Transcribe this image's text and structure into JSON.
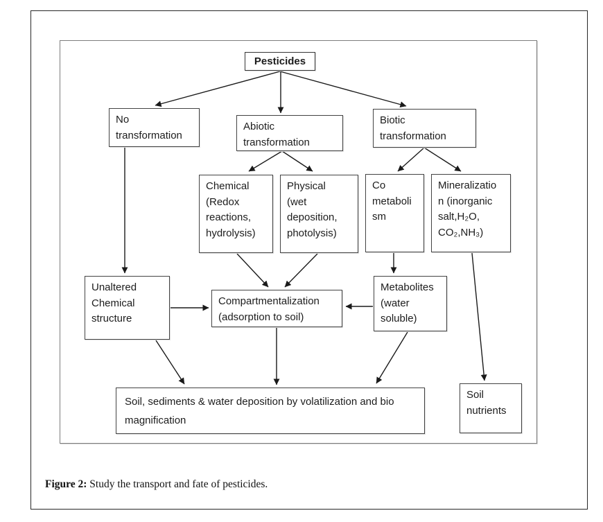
{
  "diagram": {
    "nodes": {
      "pesticides": {
        "label": "Pesticides"
      },
      "no_transformation": {
        "label": "No\ntransformation"
      },
      "abiotic": {
        "label": "Abiotic\ntransformation"
      },
      "biotic": {
        "label": "Biotic\ntransformation"
      },
      "chemical": {
        "label": "Chemical\n(Redox\nreactions,\nhydrolysis)"
      },
      "physical": {
        "label": "Physical\n(wet\ndeposition,\nphotolysis)"
      },
      "co_metabolism": {
        "label": "Co\nmetaboli\nsm"
      },
      "mineralization": {
        "label": "Mineralizatio\nn (inorganic\nsalt,H₂O,\nCO₂,NH₃)"
      },
      "unaltered": {
        "label": "Unaltered\nChemical\nstructure"
      },
      "compartmentalization": {
        "label": "Compartmentalization\n(adsorption to soil)"
      },
      "metabolites": {
        "label": "Metabolites\n(water\nsoluble)"
      },
      "soil_deposition": {
        "label": "Soil, sediments & water deposition by volatilization and bio\nmagnification"
      },
      "soil_nutrients": {
        "label": "Soil\nnutrients"
      }
    },
    "edges": [
      {
        "from": "Pesticides",
        "to": "No transformation"
      },
      {
        "from": "Pesticides",
        "to": "Abiotic transformation"
      },
      {
        "from": "Pesticides",
        "to": "Biotic transformation"
      },
      {
        "from": "Abiotic transformation",
        "to": "Chemical (Redox reactions, hydrolysis)"
      },
      {
        "from": "Abiotic transformation",
        "to": "Physical (wet deposition, photolysis)"
      },
      {
        "from": "Biotic transformation",
        "to": "Co metabolism"
      },
      {
        "from": "Biotic transformation",
        "to": "Mineralization (inorganic salt,H₂O, CO₂,NH₃)"
      },
      {
        "from": "No transformation",
        "to": "Unaltered Chemical structure"
      },
      {
        "from": "Chemical (Redox reactions, hydrolysis)",
        "to": "Compartmentalization (adsorption to soil)"
      },
      {
        "from": "Physical (wet deposition, photolysis)",
        "to": "Compartmentalization (adsorption to soil)"
      },
      {
        "from": "Co metabolism",
        "to": "Metabolites (water soluble)"
      },
      {
        "from": "Mineralization (inorganic salt,H₂O, CO₂,NH₃)",
        "to": "Soil nutrients"
      },
      {
        "from": "Unaltered Chemical structure",
        "to": "Compartmentalization (adsorption to soil)"
      },
      {
        "from": "Metabolites (water soluble)",
        "to": "Compartmentalization (adsorption to soil)"
      },
      {
        "from": "Unaltered Chemical structure",
        "to": "Soil, sediments & water deposition by volatilization and bio magnification"
      },
      {
        "from": "Compartmentalization (adsorption to soil)",
        "to": "Soil, sediments & water deposition by volatilization and bio magnification"
      },
      {
        "from": "Metabolites (water soluble)",
        "to": "Soil, sediments & water deposition by volatilization and bio magnification"
      }
    ],
    "caption": {
      "label": "Figure 2:",
      "text": "Study the transport and fate of pesticides."
    }
  }
}
